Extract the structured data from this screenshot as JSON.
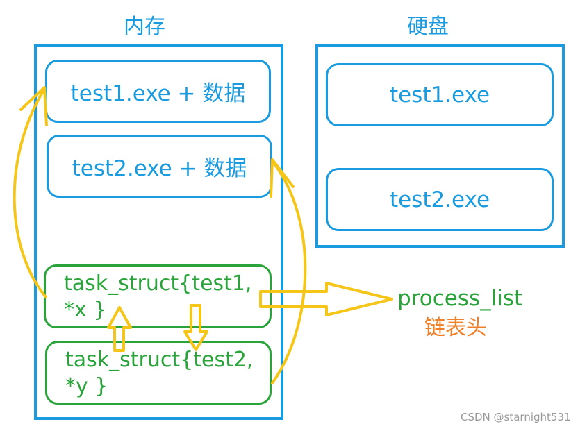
{
  "memory": {
    "title": "内存",
    "blocks": [
      "test1.exe + 数据",
      "test2.exe + 数据"
    ],
    "tasks": [
      {
        "line1": "task_struct{test1,",
        "line2": "*x }"
      },
      {
        "line1": "task_struct{test2,",
        "line2": "*y }"
      }
    ]
  },
  "disk": {
    "title": "硬盘",
    "blocks": [
      "test1.exe",
      "test2.exe"
    ]
  },
  "list_head": {
    "name": "process_list",
    "caption": "链表头"
  },
  "watermark": "CSDN @starnight531",
  "colors": {
    "blue": "#1a9be0",
    "green": "#2aa43a",
    "yellow": "#f5c518",
    "orange": "#f07f2a",
    "gray": "#9a9a9a"
  }
}
